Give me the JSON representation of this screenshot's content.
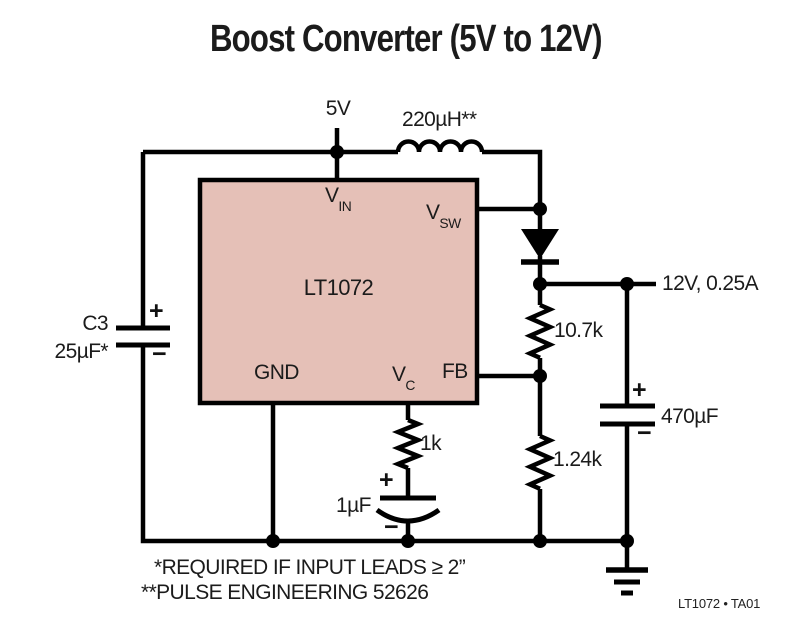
{
  "title": "Boost Converter (5V to 12V)",
  "ic": {
    "name": "LT1072",
    "pins": {
      "vin": {
        "base": "V",
        "sub": "IN"
      },
      "vsw": {
        "base": "V",
        "sub": "SW"
      },
      "vc": {
        "base": "V",
        "sub": "C"
      },
      "gnd": "GND",
      "fb": "FB"
    }
  },
  "labels": {
    "input_voltage": "5V",
    "inductor_value": "220µH**",
    "output_rating": "12V, 0.25A",
    "resistor_top": "10.7k",
    "resistor_bottom": "1.24k",
    "resistor_vc": "1k",
    "cap_vc_value": "1µF",
    "cap_out_value": "470µF",
    "cap_in_name": "C3",
    "cap_in_value": "25µF*",
    "plus": "+",
    "minus": "−"
  },
  "notes": [
    "*REQUIRED IF INPUT LEADS ≥ 2”",
    "**PULSE ENGINEERING 52626"
  ],
  "footer": "LT1072 • TA01",
  "colors": {
    "ic_fill": "#e5c0b7",
    "wire": "#000000"
  }
}
